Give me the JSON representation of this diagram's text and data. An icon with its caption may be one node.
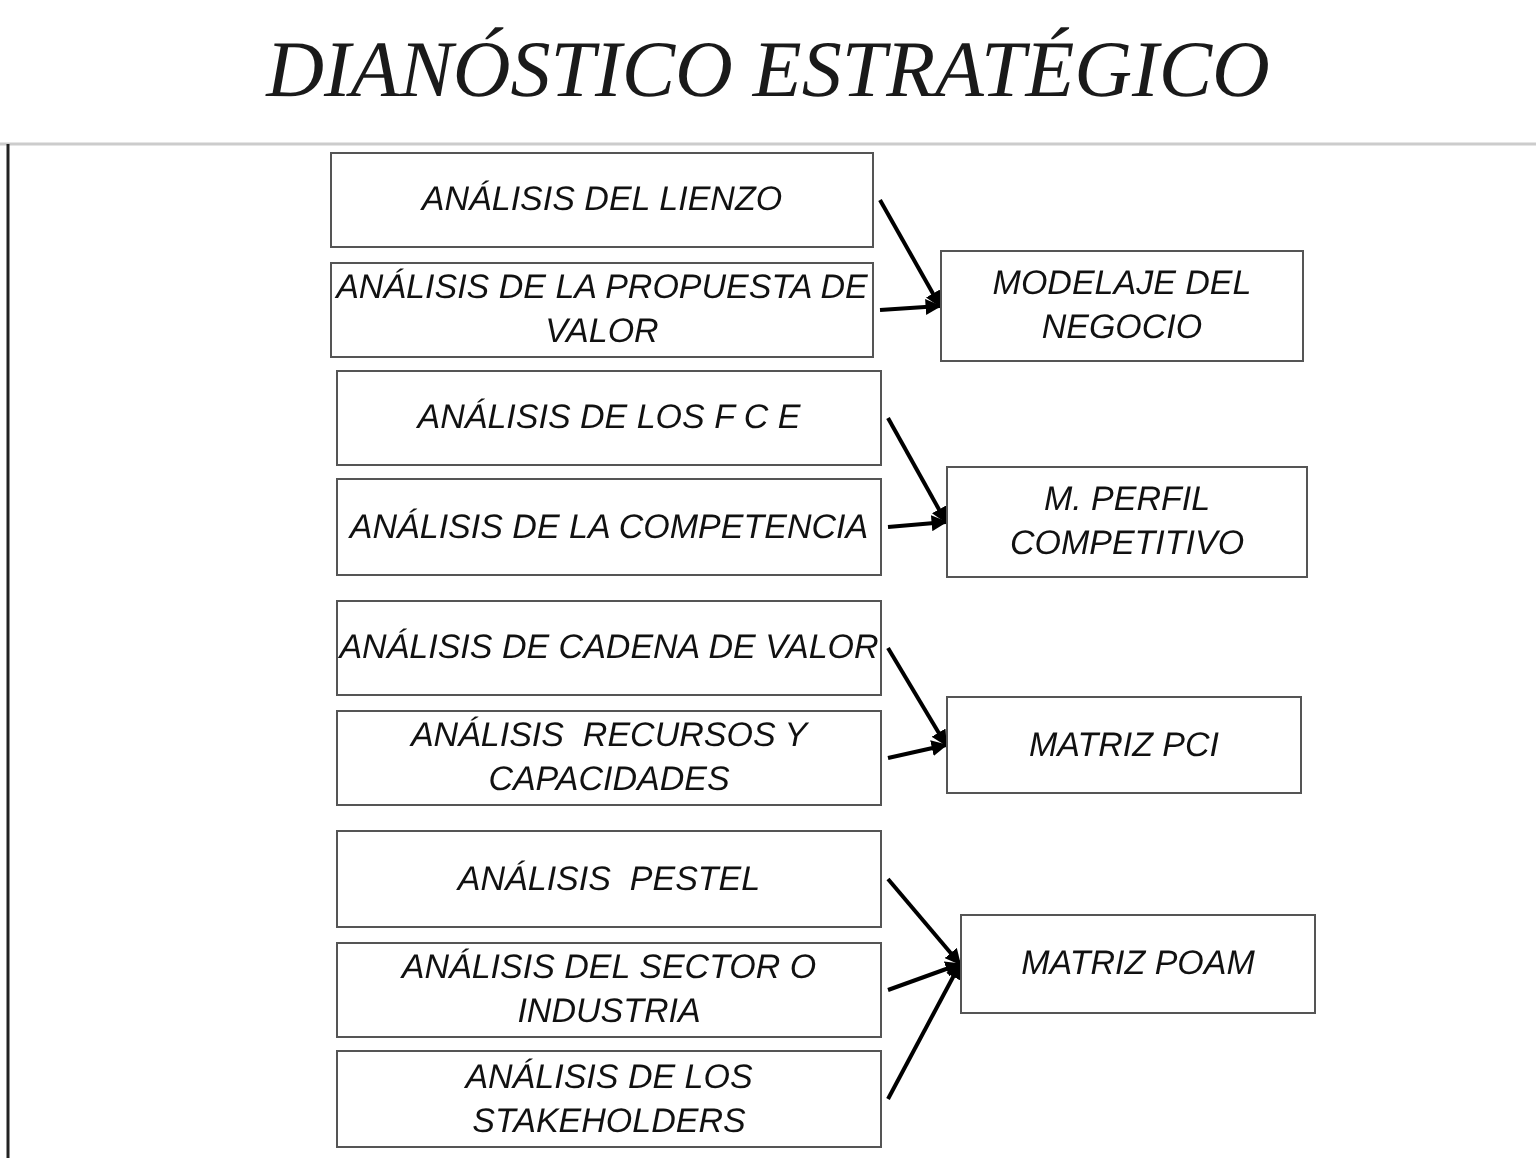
{
  "diagram": {
    "title": "DIANÓSTICO ESTRATÉGICO",
    "nodes": [
      {
        "text": [
          "ANÁLISIS DEL LIENZO"
        ]
      },
      {
        "text": [
          "ANÁLISIS DE LA PROPUESTA DE VALOR"
        ]
      },
      {
        "text": [
          "MODELAJE DEL NEGOCIO"
        ]
      },
      {
        "text": [
          "ANÁLISIS DE LOS F C E"
        ]
      },
      {
        "text": [
          "ANÁLISIS DE LA COMPETENCIA"
        ]
      },
      {
        "text": [
          "M. PERFIL COMPETITIVO"
        ]
      },
      {
        "text": [
          "ANÁLISIS DE CADENA DE VALOR"
        ]
      },
      {
        "text": [
          "ANÁLISIS  RECURSOS Y CAPACIDADES"
        ]
      },
      {
        "text": [
          "MATRIZ PCI"
        ]
      },
      {
        "text": [
          "ANÁLISIS  PESTEL"
        ]
      },
      {
        "text": [
          "ANÁLISIS DEL SECTOR O INDUSTRIA"
        ]
      },
      {
        "text": [
          "ANÁLISIS DE LOS STAKEHOLDERS"
        ]
      },
      {
        "text": [
          "MATRIZ POAM"
        ]
      }
    ],
    "edges": [
      {
        "from": 0,
        "to": 2,
        "arrow": "to"
      },
      {
        "from": 1,
        "to": 2,
        "arrow": "to"
      },
      {
        "from": 3,
        "to": 5,
        "arrow": "to"
      },
      {
        "from": 4,
        "to": 5,
        "arrow": "to"
      },
      {
        "from": 6,
        "to": 8,
        "arrow": "to"
      },
      {
        "from": 7,
        "to": 8,
        "arrow": "to"
      },
      {
        "from": 9,
        "to": 12,
        "arrow": "to"
      },
      {
        "from": 10,
        "to": 12,
        "arrow": "to"
      },
      {
        "from": 11,
        "to": 12,
        "arrow": "to"
      }
    ]
  }
}
